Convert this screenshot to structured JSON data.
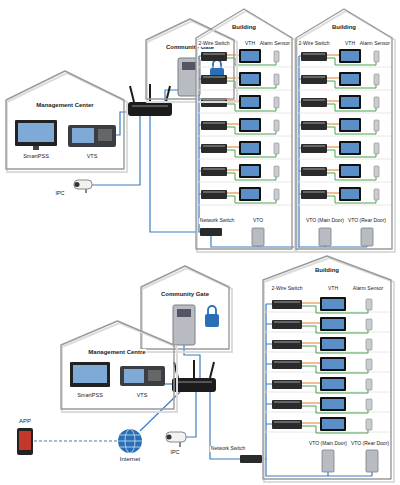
{
  "diagram": {
    "nodes": [
      {
        "text": [
          "Community Gate"
        ]
      },
      {
        "text": [
          "Management Center",
          "SmartPSS",
          "VTS"
        ]
      },
      {
        "text": [
          "Building",
          "2-Wire Switch",
          "VTH",
          "Alarm Sensor",
          "Network Switch",
          "VTO"
        ]
      },
      {
        "text": [
          "Building",
          "2-Wire Switch",
          "VTH",
          "Alarm Sensor",
          "VTO (Main Door)",
          "VTO (Rear Door)"
        ]
      },
      {
        "text": [
          "Community Gate"
        ]
      },
      {
        "text": [
          "Management Centre",
          "SmartPSS",
          "VTS"
        ]
      },
      {
        "text": [
          "Building",
          "2-Wire Switch",
          "VTH",
          "Alarm Sensor",
          "VTO (Main Door)",
          "VTO (Rear Door)"
        ]
      }
    ],
    "labels": [
      "IPC",
      "APP",
      "Internet",
      "IPC",
      "Network Switch"
    ]
  }
}
